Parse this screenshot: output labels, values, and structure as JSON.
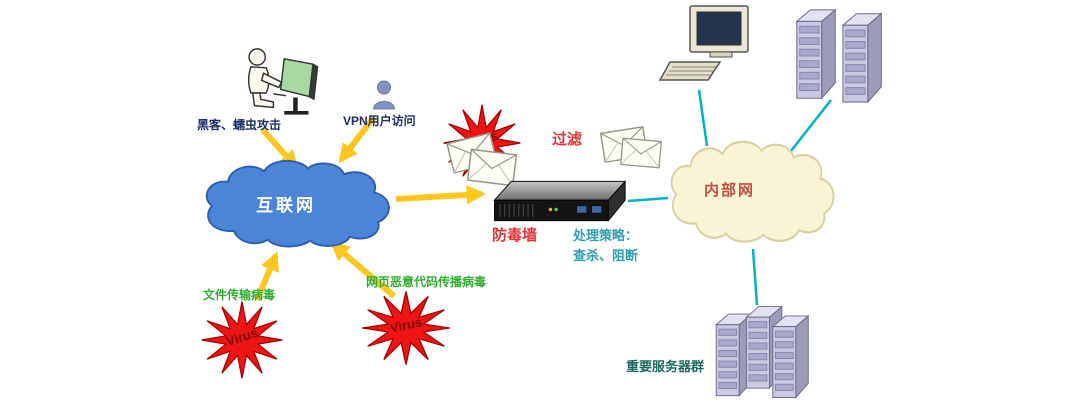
{
  "diagram": {
    "threats": {
      "hacker_label": "黑客、蠕虫攻击",
      "file_virus_label": "文件传输病毒",
      "web_virus_label": "网页恶意代码传播病毒",
      "virus_badge_top": "Virus",
      "virus_badge_left": "Virus",
      "virus_badge_mid": "Virus"
    },
    "access": {
      "vpn_label": "VPN用户访问"
    },
    "networks": {
      "internet": "互联网",
      "intranet": "内部网"
    },
    "security": {
      "filter": "过滤",
      "firewall": "防毒墙",
      "policy_heading": "处理策略：",
      "policy_actions": "查杀、阻断"
    },
    "assets": {
      "server_group": "重要服务器群"
    },
    "colors": {
      "internet_cloud_fill": "#4c84d8",
      "internet_cloud_stroke": "#2d5fb0",
      "intranet_cloud_fill": "#f9f4d6",
      "intranet_cloud_stroke": "#d9cfa0",
      "arrow_yellow": "#fdc71e",
      "link_teal": "#00b2c4",
      "virus_fill": "#ee1414",
      "virus_stroke": "#a80000",
      "virus_text": "#7d0a0a",
      "label_navy": "#1d3069",
      "label_green": "#2fae2f",
      "label_red": "#e23333",
      "label_teal": "#2f9fae",
      "intranet_text": "#c05040",
      "server_label": "#1f6a5e"
    }
  }
}
